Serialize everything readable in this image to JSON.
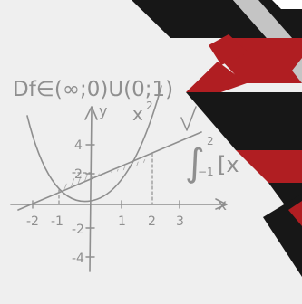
{
  "scene": {
    "background_color": "#efefef",
    "ink_color": "#8f8f8f",
    "shape_colors": {
      "red": "#b01e22",
      "black": "#171717",
      "grey": "#c4c4c4",
      "white": "#ffffff"
    }
  },
  "sketch": {
    "domain_text": "Df∈(∞;0)U(0;1)",
    "x_axis_label": "x",
    "y_axis_label": "y",
    "curve_label": "x",
    "curve_label_exponent": "2",
    "integral_text": "∫",
    "integral_upper": "2",
    "integral_lower": "−1",
    "integral_fragment": "[x",
    "x_ticks": [
      {
        "label": "-2",
        "value": -2
      },
      {
        "label": "-1",
        "value": -1
      },
      {
        "label": "1",
        "value": 1
      },
      {
        "label": "2",
        "value": 2
      },
      {
        "label": "3",
        "value": 3
      }
    ],
    "y_ticks": [
      {
        "label": "4",
        "value": 4
      },
      {
        "label": "2",
        "value": 2
      },
      {
        "label": "-2",
        "value": -2
      },
      {
        "label": "-4",
        "value": -4
      }
    ]
  }
}
